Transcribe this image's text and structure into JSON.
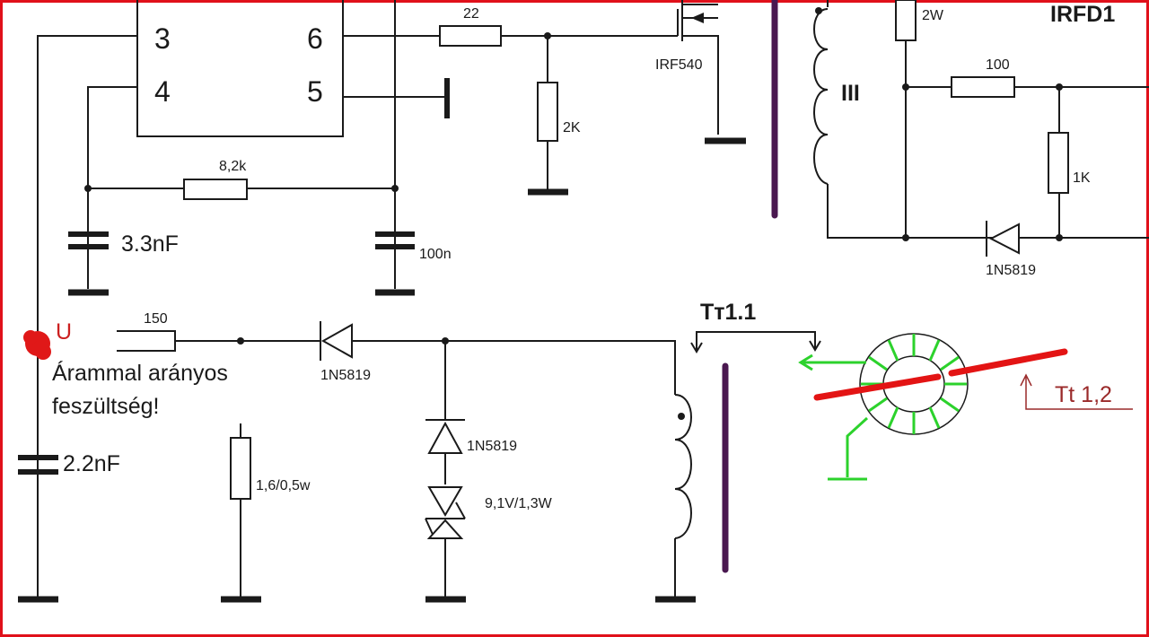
{
  "ic": {
    "pins": {
      "p3": "3",
      "p4": "4",
      "p5": "5",
      "p6": "6"
    }
  },
  "components": {
    "r22": "22",
    "r2k": "2K",
    "mosfet": "IRF540",
    "r2w": "2W",
    "irfd": "IRFD1",
    "winding3": "III",
    "r100": "100",
    "r1k": "1K",
    "d1_top": "1N5819",
    "r82k": "8,2k",
    "c33": "3.3nF",
    "c100n": "100n",
    "r150": "150",
    "d2": "1N5819",
    "d3": "1N5819",
    "zener": "9,1V/1,3W",
    "r16": "1,6/0,5w",
    "c22": "2.2nF",
    "tr11": "Tт1.1",
    "tr12": "Tt 1,2"
  },
  "annotations": {
    "node_u": "U",
    "note_line1": "Árammal arányos",
    "note_line2": "feszültség!"
  },
  "colors": {
    "frame": "#e0101a",
    "wire": "#1a1a1a",
    "core": "#4a1850",
    "toroid_winding": "#2cd22c",
    "toroid_conductor": "#e31414",
    "node_u_marker": "#e01818",
    "tr12_label": "#9a2a2a"
  }
}
